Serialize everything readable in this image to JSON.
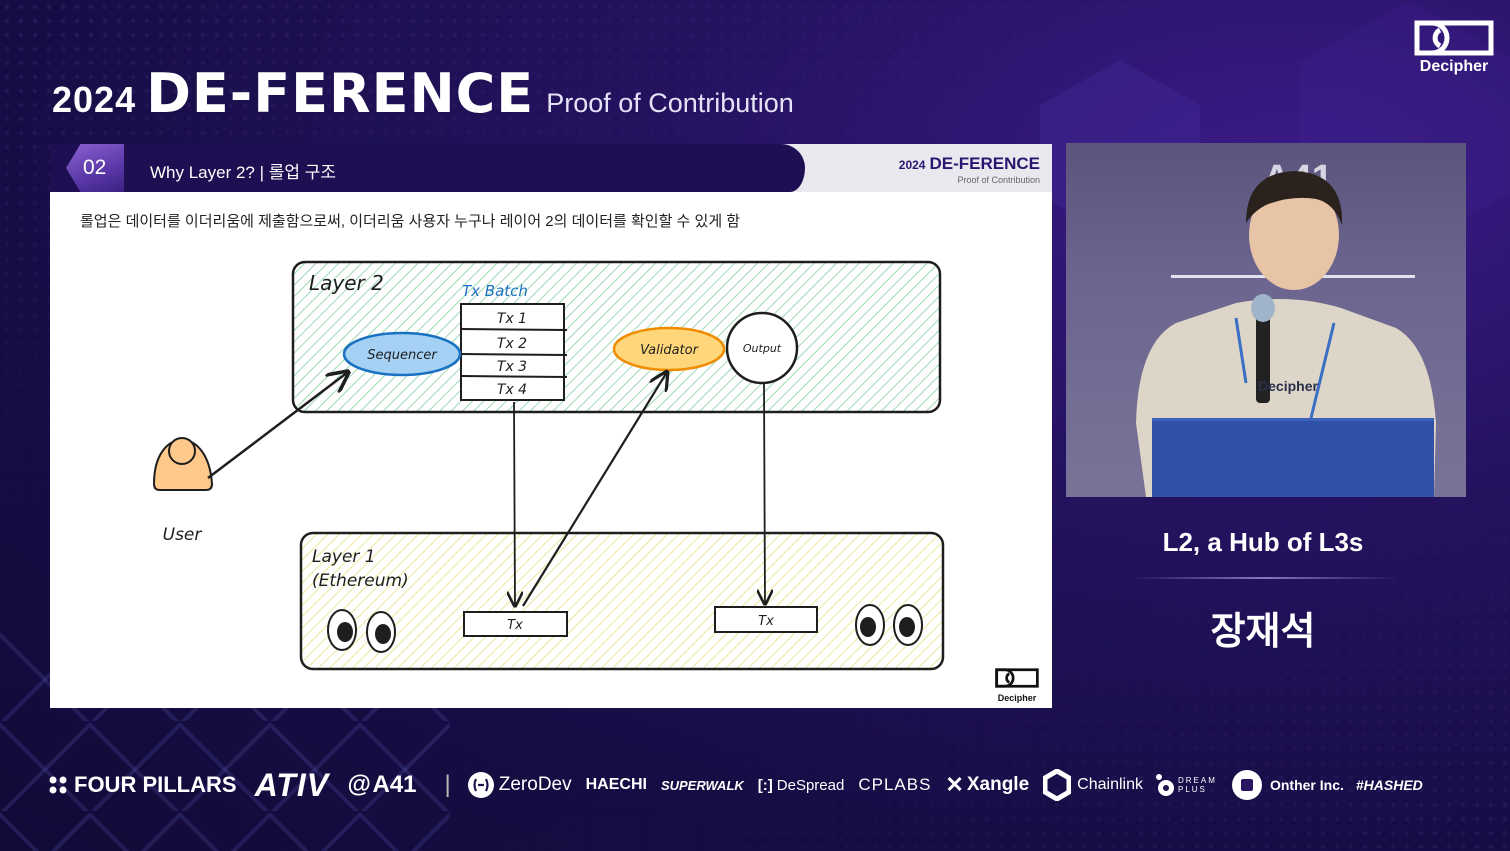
{
  "header": {
    "year": "2024",
    "event_name": "DE-FERENCE",
    "subtitle": "Proof of Contribution",
    "brand": "Decipher"
  },
  "slide": {
    "number": "02",
    "title": "Why Layer 2? | 롤업 구조",
    "brand_year": "2024",
    "brand_name": "DE-FERENCE",
    "brand_sub": "Proof of Contribution",
    "subtitle": "롤업은 데이터를 이더리움에 제출함으로써, 이더리움 사용자 누구나 레이어 2의 데이터를 확인할 수 있게 함",
    "logo_text": "Decipher",
    "diagram": {
      "layer2_label": "Layer 2",
      "batch_label": "Tx Batch",
      "batch_items": [
        "Tx 1",
        "Tx 2",
        "Tx 3",
        "Tx 4"
      ],
      "sequencer_label": "Sequencer",
      "validator_label": "Validator",
      "output_label": "Output",
      "user_label": "User",
      "layer1_label_line1": "Layer 1",
      "layer1_label_line2": "(Ethereum)",
      "l1_tx_left": "Tx",
      "l1_tx_right": "Tx",
      "colors": {
        "layer2_hatch": "#9fd8b4",
        "layer1_hatch": "#ece79a",
        "sequencer_fill": "#a5d1f5",
        "sequencer_stroke": "#1971c2",
        "validator_fill": "#ffd77a",
        "validator_stroke": "#f08c00",
        "user_fill": "#ffc98b",
        "batch_label_color": "#1971c2"
      }
    }
  },
  "speaker": {
    "talk_title": "L2, a Hub of L3s",
    "name": "장재석",
    "backdrop_logo": "A41",
    "shirt_text": "Decipher"
  },
  "sponsors": {
    "group1": [
      "FOUR PILLARS",
      "ATIV",
      "A41"
    ],
    "separator": "|",
    "group2": [
      "ZeroDev",
      "HAECHI",
      "SUPERWALK",
      "DeSpread",
      "CPLABS",
      "Xangle",
      "Chainlink",
      "DREAM PLUS",
      "Onther Inc.",
      "#HASHED"
    ]
  }
}
